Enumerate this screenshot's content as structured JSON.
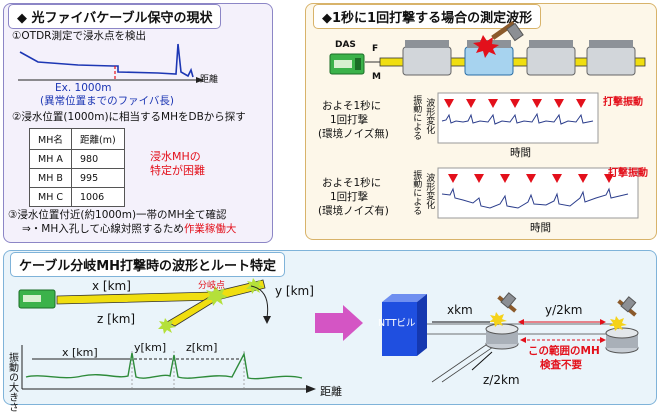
{
  "panel1": {
    "title": "◆ 光ファイバケーブル保守の現状",
    "step1": "①OTDR測定で浸水点を検出",
    "otdr_label": "Ex.  1000m",
    "otdr_note": "(異常位置までのファイバ長)",
    "x_axis": "距離",
    "step2": "②浸水位置(1000m)に相当するMHをDBから探す",
    "table": {
      "headers": [
        "MH名",
        "距離(m)"
      ],
      "rows": [
        [
          "MH A",
          "980"
        ],
        [
          "MH B",
          "995"
        ],
        [
          "MH C",
          "1006"
        ]
      ]
    },
    "note_line1": "浸水MHの",
    "note_line2": "特定が困難",
    "step3": "③浸水位置付近(約1000m)一帯のMH全て確認",
    "step3_sub": "⇒・MH入孔して心線対照するため",
    "step3_red": "作業稼働大"
  },
  "panel2": {
    "title": "◆1秒に1回打撃する場合の測定波形",
    "das": "DAS",
    "f_label": "F",
    "m_label": "M",
    "row1_line1": "およそ1秒に",
    "row1_line2": "1回打撃",
    "row1_line3": "(環境ノイズ無)",
    "row2_line1": "およそ1秒に",
    "row2_line2": "1回打撃",
    "row2_line3": "(環境ノイズ有)",
    "ylabel_line1": "振動による",
    "ylabel_line2": "波形変化",
    "xlabel": "時間",
    "strike_label": "打撃振動"
  },
  "panel3": {
    "title": "ケーブル分岐MH打撃時の波形とルート特定",
    "x_km": "x [km]",
    "y_km": "y [km]",
    "z_km": "z [km]",
    "branch": "分岐点",
    "wave_x": "x [km]",
    "wave_y": "y[km]",
    "wave_z": "z[km]",
    "wave_ylabel": "振動の大きさ",
    "wave_xlabel": "距離",
    "ntt": "NTTビル",
    "xkm": "xkm",
    "y2km": "y/2km",
    "z2km": "z/2km",
    "out_line1": "この範囲のMH",
    "out_line2": "検査不要"
  },
  "colors": {
    "strike": "#e3101b",
    "cable": "#f0de10",
    "wave": "#2e8b3a",
    "ntt": "#1f4fe0",
    "arrow": "#d455c4"
  },
  "icons": [
    "hammer-icon",
    "das-device-icon",
    "manhole-icon",
    "ntt-building-icon"
  ]
}
